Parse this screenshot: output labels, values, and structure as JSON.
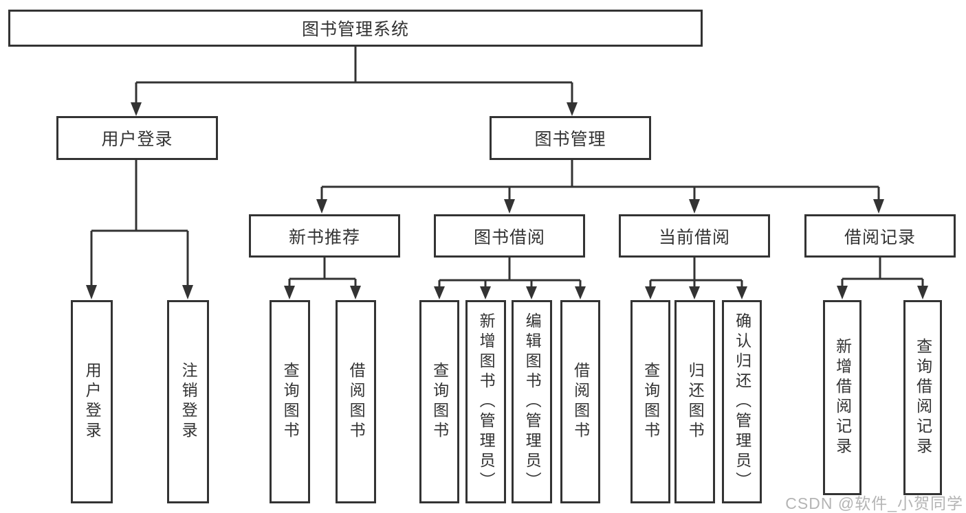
{
  "diagram_title": "图书管理系统",
  "nodes": {
    "root": {
      "label": "图书管理系统"
    },
    "user_login": {
      "label": "用户登录"
    },
    "book_mgmt": {
      "label": "图书管理"
    },
    "new_books": {
      "label": "新书推荐"
    },
    "book_borrow": {
      "label": "图书借阅"
    },
    "current_borrow": {
      "label": "当前借阅"
    },
    "borrow_records": {
      "label": "借阅记录"
    },
    "leaf_user_login": {
      "label": "用户登录"
    },
    "leaf_logout": {
      "label": "注销登录"
    },
    "leaf_nb_search": {
      "label": "查询图书"
    },
    "leaf_nb_borrow": {
      "label": "借阅图书"
    },
    "leaf_bb_search": {
      "label": "查询图书"
    },
    "leaf_bb_add": {
      "label": "新增图书（管理员）"
    },
    "leaf_bb_edit": {
      "label": "编辑图书（管理员）"
    },
    "leaf_bb_borrow": {
      "label": "借阅图书"
    },
    "leaf_cb_search": {
      "label": "查询图书"
    },
    "leaf_cb_return": {
      "label": "归还图书"
    },
    "leaf_cb_confirm": {
      "label": "确认归还（管理员）"
    },
    "leaf_br_add": {
      "label": "新增借阅记录"
    },
    "leaf_br_search": {
      "label": "查询借阅记录"
    }
  },
  "tree": {
    "图书管理系统": {
      "用户登录": [
        "用户登录",
        "注销登录"
      ],
      "图书管理": {
        "新书推荐": [
          "查询图书",
          "借阅图书"
        ],
        "图书借阅": [
          "查询图书",
          "新增图书（管理员）",
          "编辑图书（管理员）",
          "借阅图书"
        ],
        "当前借阅": [
          "查询图书",
          "归还图书",
          "确认归还（管理员）"
        ],
        "借阅记录": [
          "新增借阅记录",
          "查询借阅记录"
        ]
      }
    }
  },
  "watermark": {
    "text": "CSDN @软件_小贺同学"
  },
  "colors": {
    "line": "#333333",
    "box_border": "#333333",
    "box_bg": "#ffffff",
    "text": "#333333",
    "watermark": "#b4b4b4"
  }
}
